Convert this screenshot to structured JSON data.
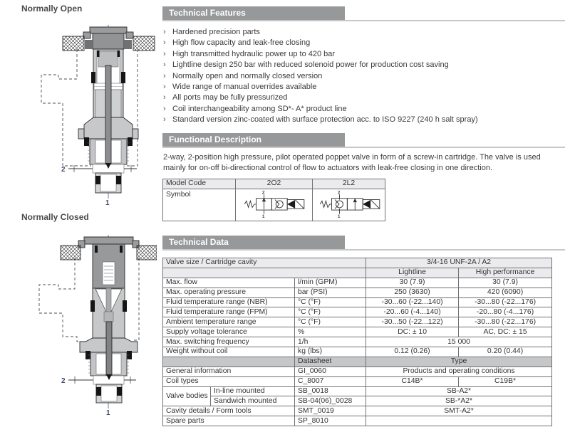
{
  "colors": {
    "section_bar": "#96989a",
    "row_light": "#ebebed",
    "row_gray": "#c6c7c9",
    "port_label": "#3d4d68"
  },
  "left_panel": {
    "normally_open": {
      "label": "Normally Open",
      "port_top": "2",
      "port_bottom": "1"
    },
    "normally_closed": {
      "label": "Normally Closed",
      "port_top": "2",
      "port_bottom": "1"
    }
  },
  "technical_features": {
    "title": "Technical Features",
    "bullet_char": "›",
    "items": [
      "Hardened precision parts",
      "High flow capacity and leak-free closing",
      "High transmitted hydraulic power up to 420 bar",
      "Lightline design 250 bar with reduced solenoid power for production cost saving",
      "Normally open and normally closed version",
      "Wide range of manual overrides available",
      "All ports may be fully pressurized",
      "Coil interchangeability among SD*- A* product line",
      "Standard version zinc-coated with surface protection acc. to ISO 9227 (240 h salt spray)"
    ]
  },
  "functional_description": {
    "title": "Functional Description",
    "text": "2-way, 2-position high pressure, pilot operated poppet valve in form of a screw-in cartridge. The valve is used mainly for on-off bi-directional control of flow to actuators with leak-free closing in one direction.",
    "model_table": {
      "col0": "Model Code",
      "col1": "2O2",
      "col2": "2L2",
      "row_label": "Symbol",
      "symbols": [
        {
          "id": "2O2",
          "port_top": "2",
          "port_bottom": "1"
        },
        {
          "id": "2L2",
          "port_top": "2",
          "port_bottom": "1"
        }
      ]
    }
  },
  "technical_data": {
    "title": "Technical Data",
    "rows": [
      [
        {
          "t": "Valve size / Cartridge cavity",
          "cs": 3,
          "cls": "lg"
        },
        {
          "t": "3/4-16 UNF-2A / A2",
          "cs": 2,
          "cls": "lg c"
        }
      ],
      [
        {
          "t": "",
          "cs": 3,
          "cls": "lg"
        },
        {
          "t": "Lightline",
          "cls": "lg c"
        },
        {
          "t": "High performance",
          "cls": "lg c"
        }
      ],
      [
        {
          "t": "Max. flow",
          "cs": 2
        },
        {
          "t": "l/min (GPM)"
        },
        {
          "t": "30 (7.9)",
          "cls": "c"
        },
        {
          "t": "30 (7.9)",
          "cls": "c"
        }
      ],
      [
        {
          "t": "Max. operating pressure",
          "cs": 2
        },
        {
          "t": "bar (PSI)"
        },
        {
          "t": "250 (3630)",
          "cls": "c"
        },
        {
          "t": "420 (6090)",
          "cls": "c"
        }
      ],
      [
        {
          "t": "Fluid temperature range (NBR)",
          "cs": 2
        },
        {
          "t": "°C (°F)"
        },
        {
          "t": "-30...60 (-22...140)",
          "cls": "c"
        },
        {
          "t": "-30...80 (-22...176)",
          "cls": "c"
        }
      ],
      [
        {
          "t": "Fluid temperature range (FPM)",
          "cs": 2
        },
        {
          "t": "°C (°F)"
        },
        {
          "t": "-20...60 (-4...140)",
          "cls": "c"
        },
        {
          "t": "-20...80 (-4...176)",
          "cls": "c"
        }
      ],
      [
        {
          "t": "Ambient temperature range",
          "cs": 2
        },
        {
          "t": "°C (°F)"
        },
        {
          "t": "-30...50 (-22...122)",
          "cls": "c"
        },
        {
          "t": "-30...80 (-22...176)",
          "cls": "c"
        }
      ],
      [
        {
          "t": "Supply voltage tolerance",
          "cs": 2
        },
        {
          "t": "%"
        },
        {
          "t": "DC: ± 10",
          "cls": "c"
        },
        {
          "t": "AC, DC: ± 15",
          "cls": "c"
        }
      ],
      [
        {
          "t": "Max. switching frequency",
          "cs": 2
        },
        {
          "t": "1/h"
        },
        {
          "t": "15 000",
          "cs": 2,
          "cls": "c"
        }
      ],
      [
        {
          "t": "Weight without coil",
          "cs": 2
        },
        {
          "t": "kg (lbs)"
        },
        {
          "t": "0.12 (0.26)",
          "cls": "c"
        },
        {
          "t": "0.20 (0.44)",
          "cls": "c"
        }
      ],
      [
        {
          "t": "",
          "cs": 2,
          "cls": "md"
        },
        {
          "t": "Datasheet",
          "cls": "md"
        },
        {
          "t": "Type",
          "cs": 2,
          "cls": "md c"
        }
      ],
      [
        {
          "t": "General information",
          "cs": 2
        },
        {
          "t": "GI_0060"
        },
        {
          "t": "Products and operating conditions",
          "cs": 2,
          "cls": "c"
        }
      ],
      [
        {
          "t": "Coil types",
          "cs": 2
        },
        {
          "t": "C_8007"
        },
        {
          "t": "C14B*",
          "cls": "c"
        },
        {
          "t": "C19B*",
          "cls": "c"
        }
      ],
      [
        {
          "t": "Valve bodies",
          "rs": 2
        },
        {
          "t": "In-line mounted"
        },
        {
          "t": "SB_0018"
        },
        {
          "t": "SB-A2*",
          "cs": 2,
          "cls": "c"
        }
      ],
      [
        {
          "t": "Sandwich mounted"
        },
        {
          "t": "SB-04(06)_0028"
        },
        {
          "t": "SB-*A2*",
          "cs": 2,
          "cls": "c"
        }
      ],
      [
        {
          "t": "Cavity details / Form tools",
          "cs": 2
        },
        {
          "t": "SMT_0019"
        },
        {
          "t": "SMT-A2*",
          "cs": 2,
          "cls": "c"
        }
      ],
      [
        {
          "t": "Spare parts",
          "cs": 2
        },
        {
          "t": "SP_8010"
        },
        {
          "t": "",
          "cs": 2
        }
      ]
    ]
  }
}
